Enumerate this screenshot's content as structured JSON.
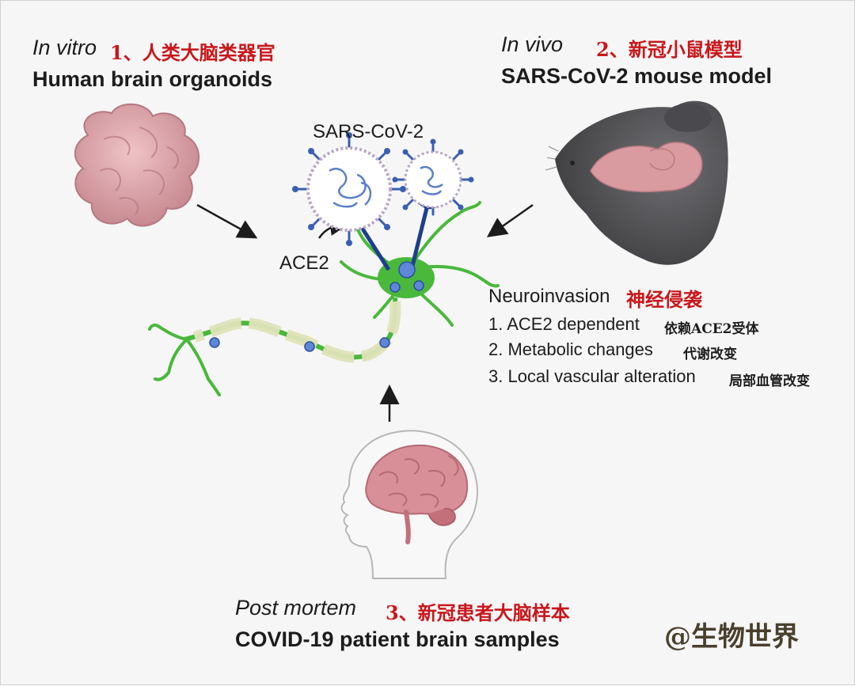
{
  "top_left": {
    "method": "In vitro",
    "cn_label": "1、人类大脑类器官",
    "title": "Human brain organoids"
  },
  "top_right": {
    "method": "In vivo",
    "cn_label": "2、新冠小鼠模型",
    "title": "SARS-CoV-2 mouse model"
  },
  "center": {
    "virus_label": "SARS-CoV-2",
    "receptor_label": "ACE2"
  },
  "neuroinvasion": {
    "title": "Neuroinvasion",
    "cn_title": "神经侵袭",
    "items": [
      {
        "text": "1. ACE2 dependent",
        "cn": "依赖ACE2受体"
      },
      {
        "text": "2. Metabolic changes",
        "cn": "代谢改变"
      },
      {
        "text": "3. Local vascular alteration",
        "cn": "局部血管改变"
      }
    ]
  },
  "bottom": {
    "method": "Post mortem",
    "cn_label": "3、新冠患者大脑样本",
    "title": "COVID-19 patient brain samples"
  },
  "watermark": "@生物世界",
  "colors": {
    "cn_accent": "#c8171c",
    "neuron": "#49b83b",
    "axon_sheath": "#dfe3b8",
    "virus_spike": "#3b5fb0",
    "receptor": "#1d3f8c",
    "organoid": "#d9a3a8",
    "brain": "#d98f97",
    "mouse": "#5b5b5f"
  }
}
